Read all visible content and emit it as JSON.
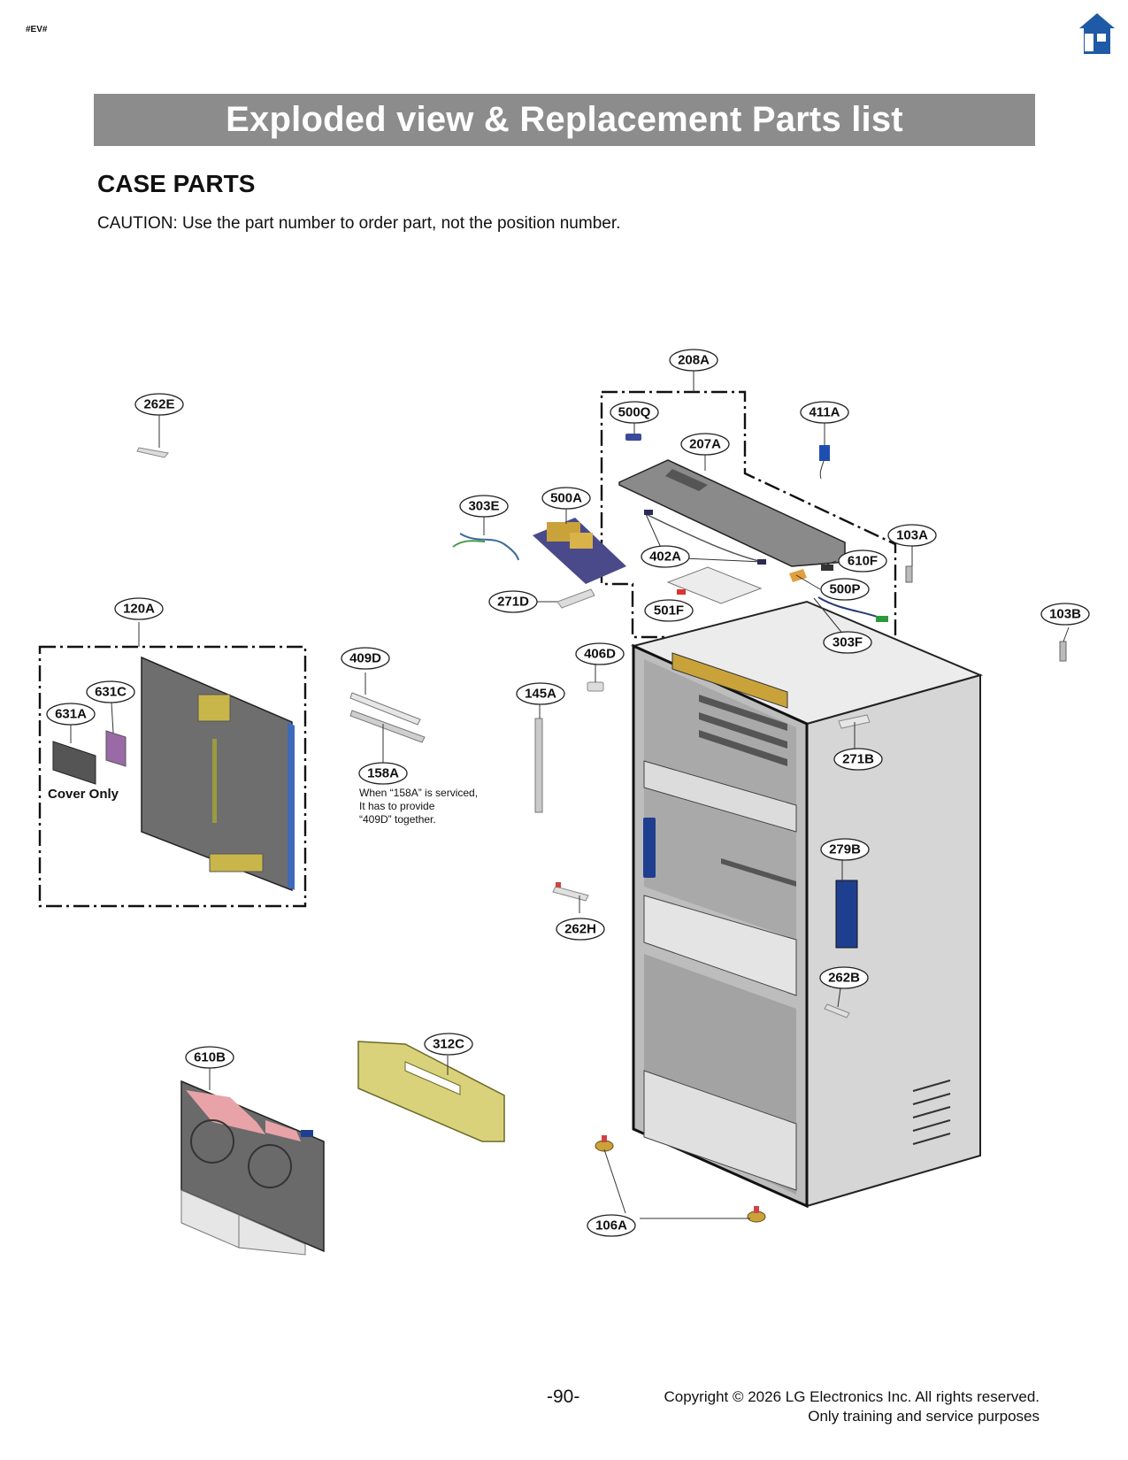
{
  "header": {
    "tag": "#EV#",
    "home_icon": "home-icon",
    "banner_title": "Exploded view & Replacement Parts list"
  },
  "section": {
    "title": "CASE PARTS",
    "caution": "CAUTION: Use the part number to order part, not the position number."
  },
  "callouts": {
    "p208A": "208A",
    "p262E": "262E",
    "p500Q": "500Q",
    "p411A": "411A",
    "p207A": "207A",
    "p303E": "303E",
    "p500A": "500A",
    "p103A": "103A",
    "p402A": "402A",
    "p610F": "610F",
    "p500P": "500P",
    "p271D": "271D",
    "p501F": "501F",
    "p120A": "120A",
    "p103B": "103B",
    "p303F": "303F",
    "p406D": "406D",
    "p409D": "409D",
    "p145A": "145A",
    "p631C": "631C",
    "p631A": "631A",
    "p271B": "271B",
    "p158A": "158A",
    "p279B": "279B",
    "p262H": "262H",
    "p262B": "262B",
    "p312C": "312C",
    "p610B": "610B",
    "p106A": "106A"
  },
  "notes": {
    "cover_only": "Cover Only",
    "note_158a_line1": "When “158A” is serviced,",
    "note_158a_line2": "It has to provide",
    "note_158a_line3": "“409D” together."
  },
  "footer": {
    "page_number": "-90-",
    "copyright_line1": "Copyright © 2026 LG Electronics Inc. All rights reserved.",
    "copyright_line2": "Only training and service purposes"
  },
  "colors": {
    "banner": "#8c8c8c",
    "home_icon": "#1f5aa6",
    "case_blue": "#1e3f8f",
    "case_gray": "#6e6e6e",
    "pcb_orange": "#c9a23a",
    "duct_yellow": "#d9d27a",
    "pink": "#e8a3a8"
  }
}
